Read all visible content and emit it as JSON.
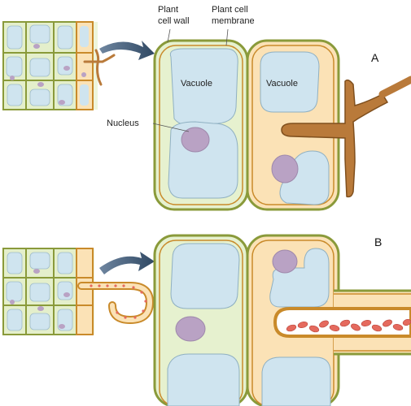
{
  "labels": {
    "cell_wall_line1": "Plant",
    "cell_wall_line2": "cell wall",
    "membrane_line1": "Plant cell",
    "membrane_line2": "membrane",
    "vacuole_left": "Vacuole",
    "vacuole_right": "Vacuole",
    "nucleus": "Nucleus",
    "panel_a": "A",
    "panel_b": "B"
  },
  "colors": {
    "cell_wall": "#8a9a3a",
    "membrane": "#c98a2a",
    "green_cytoplasm": "#e6f1cf",
    "orange_cytoplasm": "#fbe2b6",
    "vacuole": "#cfe4ef",
    "nucleus": "#b9a2c4",
    "hypha": "#b97a3a",
    "haustorium_dots": "#e56a5e",
    "arrow": "#3f5873"
  }
}
